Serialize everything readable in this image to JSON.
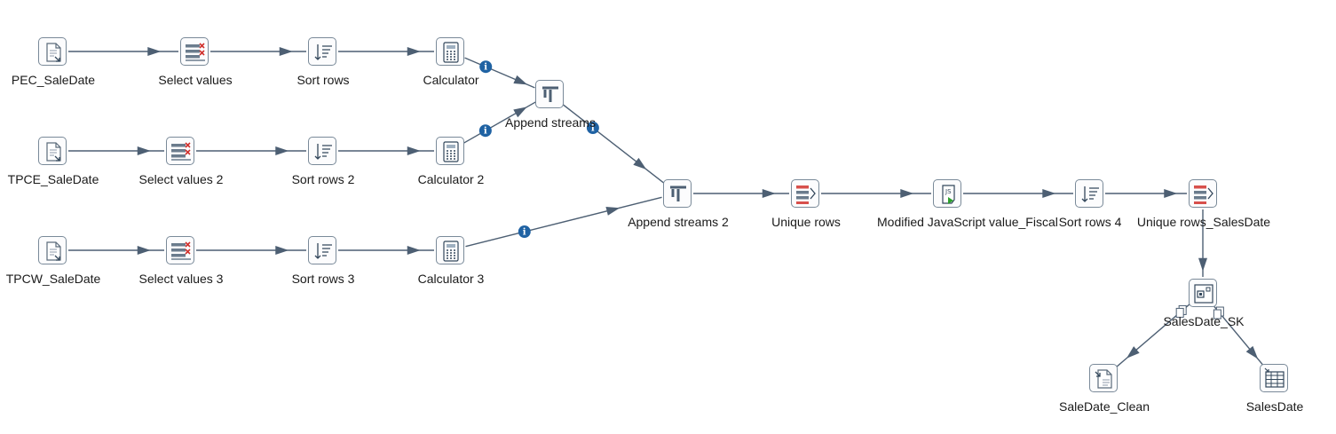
{
  "steps": [
    {
      "id": "pec_saledate",
      "label": "PEC_SaleDate",
      "icon": "text-file-input-icon"
    },
    {
      "id": "select_values",
      "label": "Select values",
      "icon": "select-values-icon"
    },
    {
      "id": "sort_rows",
      "label": "Sort rows",
      "icon": "sort-rows-icon"
    },
    {
      "id": "calculator",
      "label": "Calculator",
      "icon": "calculator-icon"
    },
    {
      "id": "tpce_saledate",
      "label": "TPCE_SaleDate",
      "icon": "text-file-input-icon"
    },
    {
      "id": "select_values_2",
      "label": "Select values 2",
      "icon": "select-values-icon"
    },
    {
      "id": "sort_rows_2",
      "label": "Sort rows 2",
      "icon": "sort-rows-icon"
    },
    {
      "id": "calculator_2",
      "label": "Calculator 2",
      "icon": "calculator-icon"
    },
    {
      "id": "tpcw_saledate",
      "label": "TPCW_SaleDate",
      "icon": "text-file-input-icon"
    },
    {
      "id": "select_values_3",
      "label": "Select values 3",
      "icon": "select-values-icon"
    },
    {
      "id": "sort_rows_3",
      "label": "Sort rows 3",
      "icon": "sort-rows-icon"
    },
    {
      "id": "calculator_3",
      "label": "Calculator 3",
      "icon": "calculator-icon"
    },
    {
      "id": "append_streams",
      "label": "Append streams",
      "icon": "append-streams-icon"
    },
    {
      "id": "append_streams_2",
      "label": "Append streams 2",
      "icon": "append-streams-icon"
    },
    {
      "id": "unique_rows",
      "label": "Unique rows",
      "icon": "unique-rows-icon"
    },
    {
      "id": "modified_js",
      "label": "Modified JavaScript value_Fiscal",
      "icon": "javascript-icon"
    },
    {
      "id": "sort_rows_4",
      "label": "Sort rows 4",
      "icon": "sort-rows-icon"
    },
    {
      "id": "unique_rows_salesdate",
      "label": "Unique rows_SalesDate",
      "icon": "unique-rows-icon"
    },
    {
      "id": "salesdate_sk",
      "label": "SalesDate_SK",
      "icon": "lookup-icon"
    },
    {
      "id": "saledate_clean",
      "label": "SaleDate_Clean",
      "icon": "text-file-output-icon"
    },
    {
      "id": "salesdate",
      "label": "SalesDate",
      "icon": "table-output-icon"
    }
  ],
  "hops": [
    {
      "from": "pec_saledate",
      "to": "select_values"
    },
    {
      "from": "select_values",
      "to": "sort_rows"
    },
    {
      "from": "sort_rows",
      "to": "calculator"
    },
    {
      "from": "calculator",
      "to": "append_streams",
      "info": true
    },
    {
      "from": "tpce_saledate",
      "to": "select_values_2"
    },
    {
      "from": "select_values_2",
      "to": "sort_rows_2"
    },
    {
      "from": "sort_rows_2",
      "to": "calculator_2"
    },
    {
      "from": "calculator_2",
      "to": "append_streams",
      "info": true
    },
    {
      "from": "append_streams",
      "to": "append_streams_2",
      "info": true
    },
    {
      "from": "tpcw_saledate",
      "to": "select_values_3"
    },
    {
      "from": "select_values_3",
      "to": "sort_rows_3"
    },
    {
      "from": "sort_rows_3",
      "to": "calculator_3"
    },
    {
      "from": "calculator_3",
      "to": "append_streams_2",
      "info": true
    },
    {
      "from": "append_streams_2",
      "to": "unique_rows"
    },
    {
      "from": "unique_rows",
      "to": "modified_js"
    },
    {
      "from": "modified_js",
      "to": "sort_rows_4"
    },
    {
      "from": "sort_rows_4",
      "to": "unique_rows_salesdate"
    },
    {
      "from": "unique_rows_salesdate",
      "to": "salesdate_sk"
    },
    {
      "from": "salesdate_sk",
      "to": "saledate_clean",
      "copy": true
    },
    {
      "from": "salesdate_sk",
      "to": "salesdate",
      "copy": true
    }
  ],
  "colors": {
    "hop": "#4d5f73",
    "info": "#1f62a3",
    "icon_border": "#7a8a99",
    "accent_red": "#d0312d",
    "accent_green": "#2ca02c"
  }
}
